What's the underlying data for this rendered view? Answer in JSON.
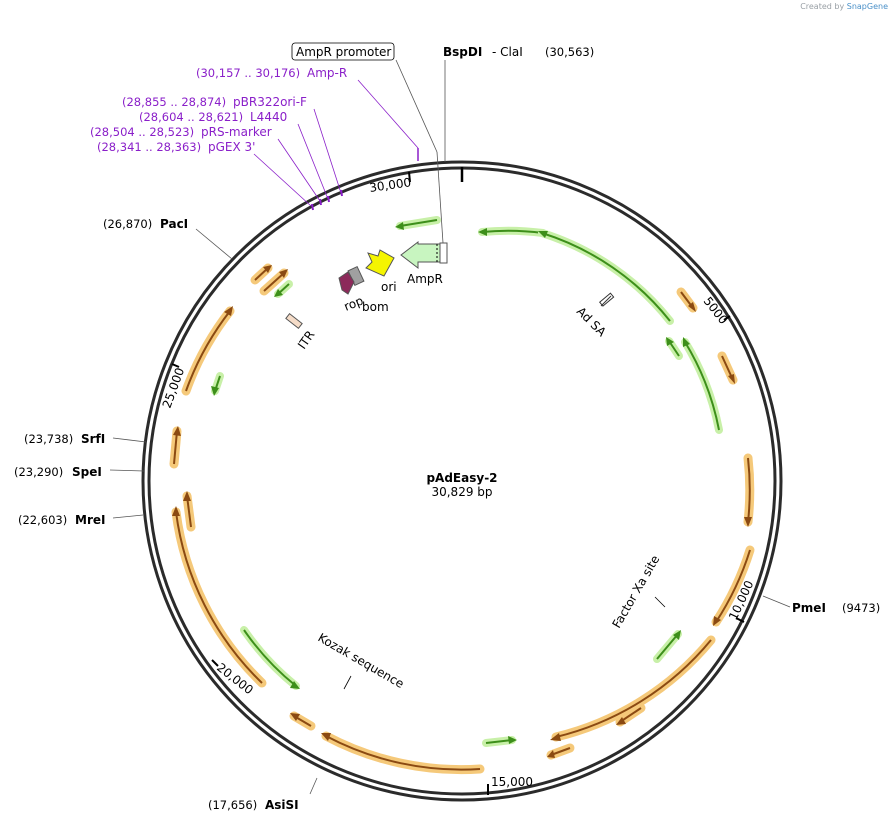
{
  "credit": {
    "created_by": "Created by",
    "brand": "SnapGene"
  },
  "plasmid": {
    "name": "pAdEasy-2",
    "length_label": "30,829 bp",
    "length_bp": 30829
  },
  "tick_labels": [
    "5000",
    "10,000",
    "15,000",
    "20,000",
    "25,000",
    "30,000"
  ],
  "sites": [
    {
      "name": "BspDI",
      "suffix": "- ClaI",
      "pos": "(30,563)"
    },
    {
      "name": "PmeI",
      "pos": "(9473)"
    },
    {
      "name": "AsiSI",
      "pos": "(17,656)"
    },
    {
      "name": "MreI",
      "pos": "(22,603)"
    },
    {
      "name": "SpeI",
      "pos": "(23,290)"
    },
    {
      "name": "SrfI",
      "pos": "(23,738)"
    },
    {
      "name": "PacI",
      "pos": "(26,870)"
    }
  ],
  "primers": [
    {
      "range": "(30,157 .. 30,176)",
      "name": "Amp-R"
    },
    {
      "range": "(28,855 .. 28,874)",
      "name": "pBR322ori-F"
    },
    {
      "range": "(28,604 .. 28,621)",
      "name": "L4440"
    },
    {
      "range": "(28,504 .. 28,523)",
      "name": "pRS-marker"
    },
    {
      "range": "(28,341 .. 28,363)",
      "name": "pGEX 3'"
    }
  ],
  "features": {
    "ampr_promoter": "AmpR promoter",
    "ampr": "AmpR",
    "ori": "ori",
    "bom": "bom",
    "rop": "rop",
    "itr": "ITR",
    "ad_sa": "Ad SA",
    "factor_xa": "Factor Xa site",
    "kozak": "Kozak sequence"
  },
  "colors": {
    "orf_fill": "#8b4a12",
    "orf_glow": "#f5c97a",
    "gene_fill": "#3d8f1a",
    "gene_glow": "#c8f0a8",
    "primer": "#8a1fc9",
    "ampr": "#c8f5c0",
    "ori": "#f5f500",
    "rop": "#8c2a5a",
    "bom": "#a0a0a0"
  }
}
